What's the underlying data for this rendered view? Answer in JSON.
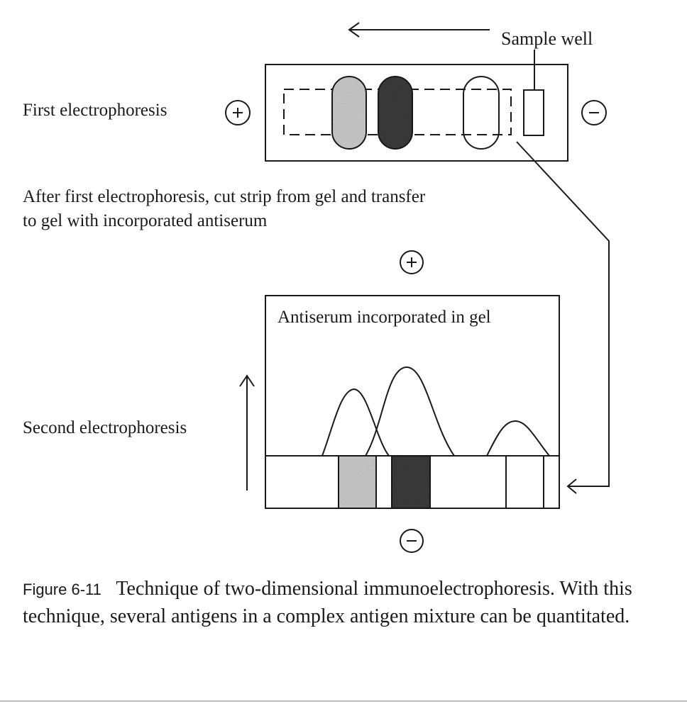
{
  "labels": {
    "sample_well": "Sample well",
    "first_electrophoresis": "First electrophoresis",
    "transfer_line1": "After first electrophoresis, cut strip from gel and transfer",
    "transfer_line2": "to gel with incorporated antiserum",
    "antiserum": "Antiserum incorporated in gel",
    "second_electrophoresis": "Second electrophoresis"
  },
  "electrodes": {
    "plus": "+",
    "minus": "−"
  },
  "colors": {
    "ink": "#1a1a1a",
    "light_band": "#c8c8c8",
    "dark_band": "#3a3a3a",
    "paper": "#ffffff"
  },
  "caption": {
    "figure_label": "Figure 6-11",
    "text": "Technique of two-dimensional immunoelectrophoresis. With this technique, several antigens in a complex antigen mixture can be quantitated."
  }
}
